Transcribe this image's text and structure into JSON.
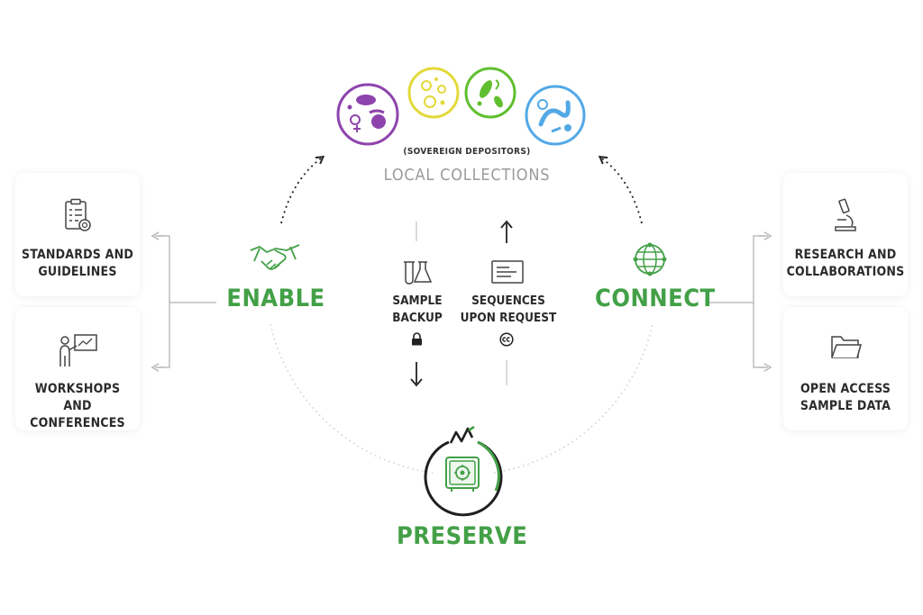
{
  "top": {
    "depositors_label": "(SOVEREIGN DEPOSITORS)",
    "collections_label": "LOCAL COLLECTIONS"
  },
  "left": {
    "title": "ENABLE",
    "cards": [
      {
        "label_lines": [
          "STANDARDS AND",
          "GUIDELINES"
        ],
        "icon": "checklist-badge-icon"
      },
      {
        "label_lines": [
          "WORKSHOPS",
          "AND CONFERENCES"
        ],
        "icon": "presenter-board-icon"
      }
    ],
    "icon": "handshake-icon"
  },
  "right": {
    "title": "CONNECT",
    "cards": [
      {
        "label_lines": [
          "RESEARCH AND",
          "COLLABORATIONS"
        ],
        "icon": "microscope-icon"
      },
      {
        "label_lines": [
          "OPEN ACCESS",
          "SAMPLE DATA"
        ],
        "icon": "folder-icon"
      }
    ],
    "icon": "globe-network-icon"
  },
  "center": {
    "backup_lines": [
      "SAMPLE",
      "BACKUP"
    ],
    "sequences_lines": [
      "SEQUENCES",
      "UPON REQUEST"
    ],
    "backup_icon": "test-tubes-icon",
    "backup_badge": "lock-icon",
    "sequences_icon": "document-lines-icon",
    "sequences_badge": "creative-commons-icon"
  },
  "bottom": {
    "title": "PRESERVE",
    "icon": "safe-vault-icon"
  },
  "colors": {
    "green": "#43a047",
    "purple": "#8e44ad",
    "yellow": "#e3d93a",
    "lime": "#5fbf2f",
    "blue": "#52a9e6",
    "gray": "#9a9a9a"
  }
}
